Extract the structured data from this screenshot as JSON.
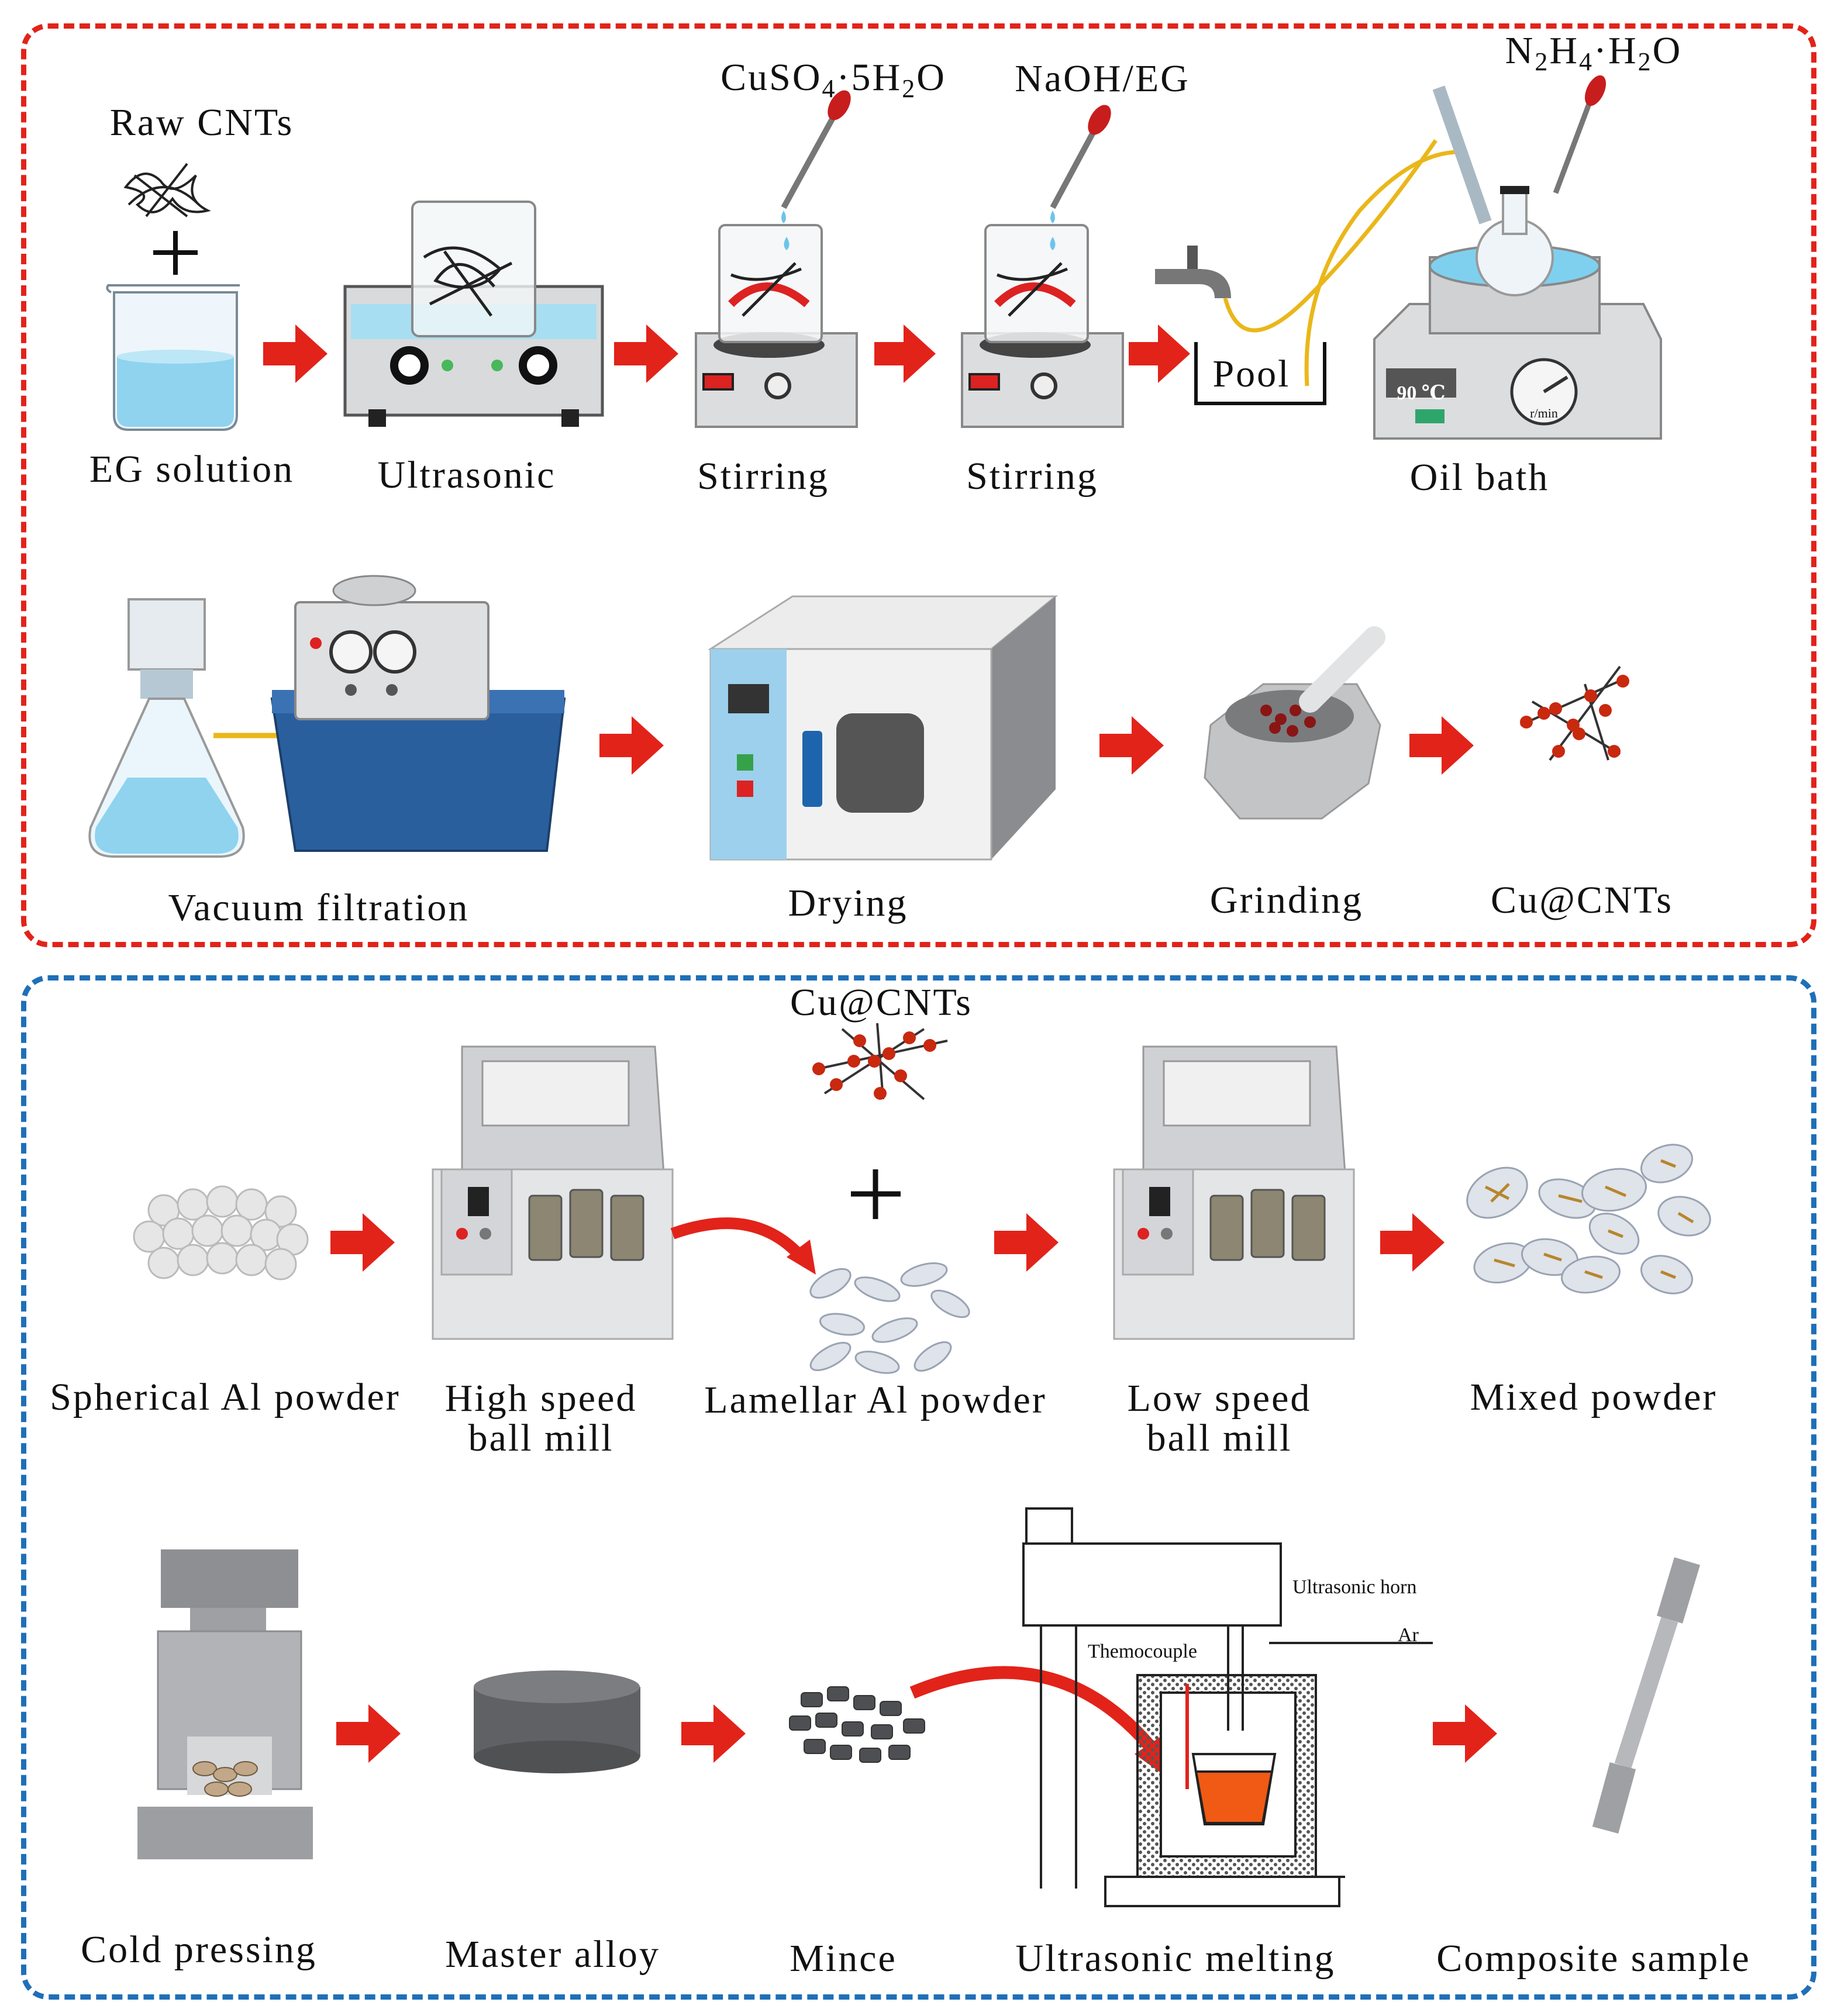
{
  "panels": [
    {
      "name": "cu-cnt-synthesis",
      "border_color": "#e2231a"
    },
    {
      "name": "composite-fabrication",
      "border_color": "#1f6fb8"
    }
  ],
  "labels": {
    "raw_cnts": "Raw CNTs",
    "cuso4_main": "CuSO",
    "cuso4_sub1": "4",
    "cuso4_mid": "·5H",
    "cuso4_sub2": "2",
    "cuso4_end": "O",
    "naoh_eg": "NaOH/EG",
    "n2h4_n": "N",
    "n2h4_sub1": "2",
    "n2h4_h": "H",
    "n2h4_sub2": "4",
    "n2h4_mid": "·H",
    "n2h4_sub3": "2",
    "n2h4_end": "O",
    "eg_solution": "EG solution",
    "ultrasonic": "Ultrasonic",
    "stirring_1": "Stirring",
    "stirring_2": "Stirring",
    "pool": "Pool",
    "oil_bath": "Oil bath",
    "oil_bath_display": "90 ℃",
    "oil_bath_gauge": "r/min",
    "vacuum_filtration": "Vacuum filtration",
    "drying": "Drying",
    "grinding": "Grinding",
    "cu_cnts_top": "Cu@CNTs",
    "cu_cnts_bottom": "Cu@CNTs",
    "spherical_al": "Spherical Al powder",
    "high_speed_1": "High speed",
    "high_speed_2": "ball mill",
    "lamellar_al": "Lamellar Al powder",
    "low_speed_1": "Low speed",
    "low_speed_2": "ball mill",
    "mixed_powder": "Mixed powder",
    "cold_pressing": "Cold pressing",
    "master_alloy": "Master alloy",
    "mince": "Mince",
    "ultrasonic_melting": "Ultrasonic melting",
    "composite_sample": "Composite sample",
    "ultrasonic_horn": "Ultrasonic horn",
    "thermocouple": "Themocouple",
    "ar": "Ar"
  }
}
